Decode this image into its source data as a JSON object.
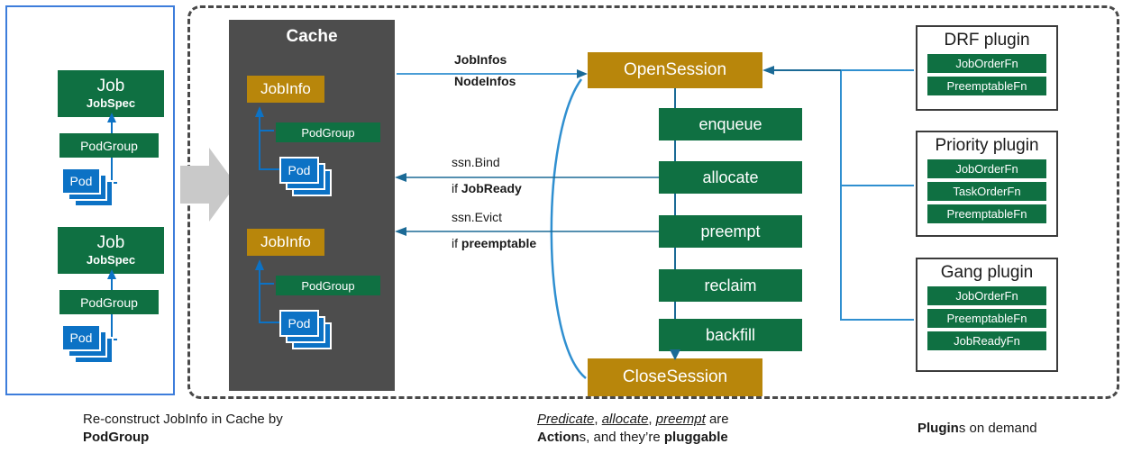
{
  "colors": {
    "green": "#0f7042",
    "gold": "#b8860b",
    "blue": "#0c72c5",
    "cache_bg": "#4d4d4d",
    "panel_border": "#3d7ddb",
    "dashed_border": "#494949",
    "arrow_blue": "#1a76bd"
  },
  "left_panel": {
    "jobs": [
      {
        "title": "Job",
        "subtitle": "JobSpec",
        "podgroup": "PodGroup",
        "pod": "Pod"
      },
      {
        "title": "Job",
        "subtitle": "JobSpec",
        "podgroup": "PodGroup",
        "pod": "Pod"
      }
    ]
  },
  "cache": {
    "title": "Cache",
    "jobinfos": [
      {
        "title": "JobInfo",
        "podgroup": "PodGroup",
        "pod": "Pod"
      },
      {
        "title": "JobInfo",
        "podgroup": "PodGroup",
        "pod": "Pod"
      }
    ]
  },
  "session": {
    "open": "OpenSession",
    "close": "CloseSession",
    "actions": [
      "enqueue",
      "allocate",
      "preempt",
      "reclaim",
      "backfill"
    ]
  },
  "edges": {
    "inbound_line1": "JobInfos",
    "inbound_line2": "NodeInfos",
    "bind_line1": "ssn.Bind",
    "bind_if": "if ",
    "bind_cond": "JobReady",
    "evict_line1": "ssn.Evict",
    "evict_if": "if ",
    "evict_cond": "preemptable"
  },
  "plugins": [
    {
      "name": "DRF plugin",
      "fns": [
        "JobOrderFn",
        "PreemptableFn"
      ]
    },
    {
      "name": "Priority plugin",
      "fns": [
        "JobOrderFn",
        "TaskOrderFn",
        "PreemptableFn"
      ]
    },
    {
      "name": "Gang plugin",
      "fns": [
        "JobOrderFn",
        "PreemptableFn",
        "JobReadyFn"
      ]
    }
  ],
  "captions": {
    "left_line1": "Re-construct JobInfo in Cache by",
    "left_line2": "PodGroup",
    "center_a": "Predicate",
    "center_sep1": ", ",
    "center_b": "allocate",
    "center_sep2": ", ",
    "center_c": "preempt",
    "center_tail": " are",
    "center_line2_a": "Action",
    "center_line2_b": "s, and they’re ",
    "center_line2_c": "pluggable",
    "right_a": "Plugin",
    "right_b": "s on demand"
  }
}
